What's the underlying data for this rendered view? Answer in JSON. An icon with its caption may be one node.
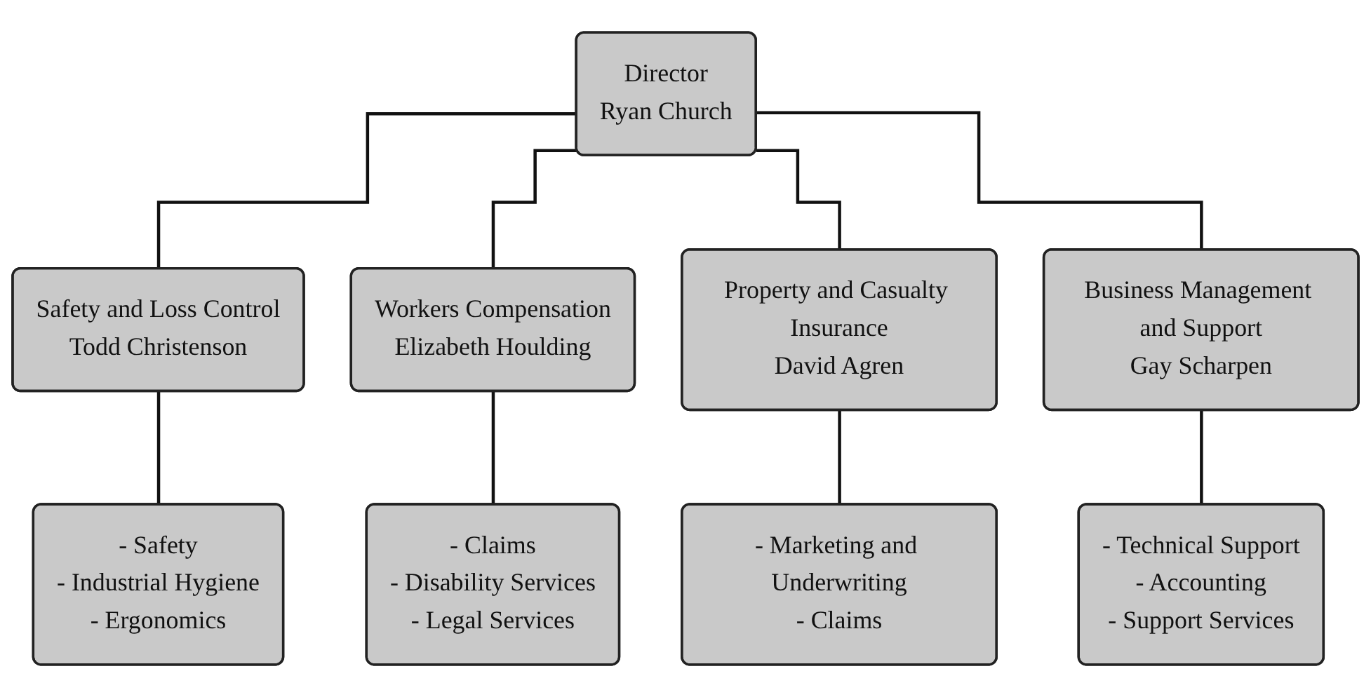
{
  "diagram": {
    "nodes": [
      {
        "text": [
          "Director",
          "Ryan Church"
        ]
      },
      {
        "text": [
          "Safety and Loss Control",
          "Todd Christenson"
        ]
      },
      {
        "text": [
          "Workers Compensation",
          "Elizabeth Houlding"
        ]
      },
      {
        "text": [
          "Property and Casualty Insurance",
          "David Agren"
        ]
      },
      {
        "text": [
          "Business Management and Support",
          "Gay Scharpen"
        ]
      },
      {
        "text": [
          "- Safety",
          "- Industrial Hygiene",
          "- Ergonomics"
        ]
      },
      {
        "text": [
          "- Claims",
          "- Disability Services",
          "- Legal Services"
        ]
      },
      {
        "text": [
          "- Marketing and Underwriting",
          "- Claims"
        ]
      },
      {
        "text": [
          "- Technical Support",
          "- Accounting",
          "- Support Services"
        ]
      }
    ],
    "edges": [
      {
        "from": 0,
        "to": 1,
        "arrow": "none"
      },
      {
        "from": 0,
        "to": 2,
        "arrow": "none"
      },
      {
        "from": 0,
        "to": 3,
        "arrow": "none"
      },
      {
        "from": 0,
        "to": 4,
        "arrow": "none"
      },
      {
        "from": 1,
        "to": 5,
        "arrow": "none"
      },
      {
        "from": 2,
        "to": 6,
        "arrow": "none"
      },
      {
        "from": 3,
        "to": 7,
        "arrow": "none"
      },
      {
        "from": 4,
        "to": 8,
        "arrow": "none"
      }
    ]
  }
}
